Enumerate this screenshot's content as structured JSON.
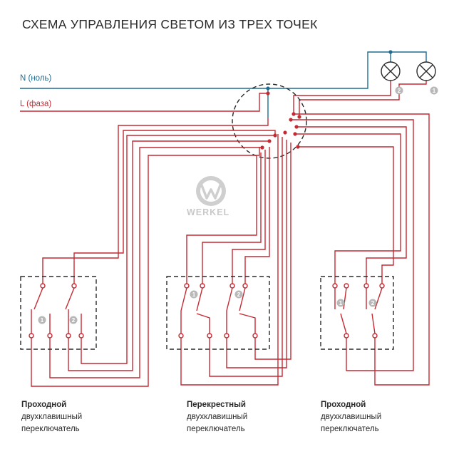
{
  "title": "СХЕМА УПРАВЛЕНИЯ СВЕТОМ ИЗ ТРЕХ ТОЧЕК",
  "wires": {
    "neutral_label": "N (ноль)",
    "phase_label": "L (фаза)",
    "neutral_color": "#1f6b8f",
    "phase_color": "#c42a33"
  },
  "logo": {
    "text": "WERKEL",
    "icon": "werkel-logo-icon",
    "color": "#c9c9c9"
  },
  "lamps": [
    {
      "number": "2",
      "icon": "lamp-icon"
    },
    {
      "number": "1",
      "icon": "lamp-icon"
    }
  ],
  "switches": [
    {
      "caption_bold": "Проходной",
      "caption_line2": "двухклавишный",
      "caption_line3": "переключатель",
      "keys": [
        "1",
        "2"
      ]
    },
    {
      "caption_bold": "Перекрестный",
      "caption_line2": "двухклавишный",
      "caption_line3": "переключатель",
      "keys": [
        "1",
        "2"
      ]
    },
    {
      "caption_bold": "Проходной",
      "caption_line2": "двухклавишный",
      "caption_line3": "переключатель",
      "keys": [
        "1",
        "2"
      ]
    }
  ]
}
